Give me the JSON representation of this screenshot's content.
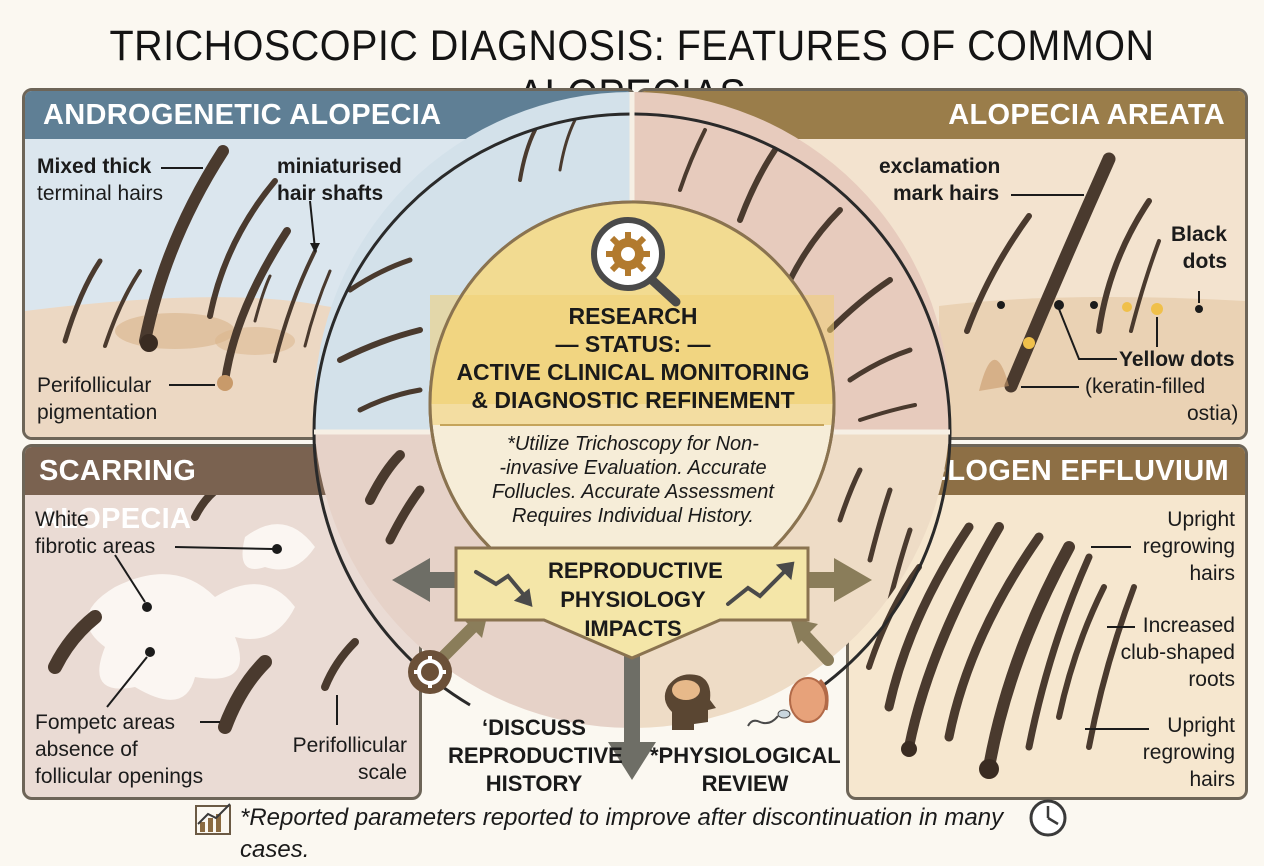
{
  "title": "TRICHOSCOPIC DIAGNOSIS: FEATURES OF COMMON ALOPECIAS",
  "panels": {
    "aga": {
      "header": "ANDROGENETIC ALOPECIA",
      "label_terminal_1": "Mixed thick",
      "label_terminal_2": "terminal hairs",
      "label_mini_1": "miniaturised",
      "label_mini_2": "hair shafts",
      "label_pig_1": "Perifollicular",
      "label_pig_2": "pigmentation"
    },
    "aa": {
      "header": "ALOPECIA AREATA",
      "label_excl_1": "exclamation",
      "label_excl_2": "mark hairs",
      "label_black_1": "Black",
      "label_black_2": "dots",
      "label_yellow": "Yellow dots",
      "label_keratin_1": "(keratin-filled",
      "label_keratin_2": "ostia)"
    },
    "sa": {
      "header": "SCARRING ALOPECIA",
      "label_white_1": "White",
      "label_white_2": "fibrotic areas",
      "label_fomp_1": "Fompetc areas",
      "label_fomp_2": "absence of",
      "label_fomp_3": "follicular openings",
      "label_scale_1": "Perifollicular",
      "label_scale_2": "scale"
    },
    "te": {
      "header": "TELOGEN EFFLUVIUM",
      "label_up1_1": "Upright",
      "label_up1_2": "regrowing",
      "label_up1_3": "hairs",
      "label_club_1": "Increased",
      "label_club_2": "club-shaped",
      "label_club_3": "roots",
      "label_up2_1": "Upright",
      "label_up2_2": "regrowing",
      "label_up2_3": "hairs"
    }
  },
  "center": {
    "status_line1": "RESEARCH",
    "status_line2": "— STATUS: —",
    "status_line3": "ACTIVE CLINICAL MONITORING",
    "status_line4": "& DIAGNOSTIC REFINEMENT",
    "note_line1": "*Utilize Trichoscopy for Non-",
    "note_line2": "-invasive Evaluation. Accurate",
    "note_line3": "Follucles. Accurate Assessment",
    "note_line4": "Requires Individual History.",
    "repro_line1": "REPRODUCTIVE",
    "repro_line2": "PHYSIOLOGY",
    "repro_line3": "IMPACTS"
  },
  "bottom": {
    "discuss_1": "‘DISCUSS",
    "discuss_2": "REPRODUCTIVE",
    "discuss_3": "HISTORY",
    "phys_1": "*PHYSIOLOGICAL",
    "phys_2": "REVIEW"
  },
  "footer": "*Reported parameters reported to improve after discontinuation in many cases.",
  "icons": [
    "gear-magnifier-icon",
    "gear-icon",
    "brain-head-icon",
    "sperm-testis-icon",
    "chart-icon",
    "clock-icon",
    "trend-down-icon",
    "trend-up-icon"
  ],
  "colors": {
    "aga_header": "#5f7f95",
    "aa_header": "#9a7d4a",
    "sa_header": "#7a6250",
    "te_header": "#8d6f45",
    "center_gold": "#f2d88a",
    "hair": "#4a3a2e"
  }
}
